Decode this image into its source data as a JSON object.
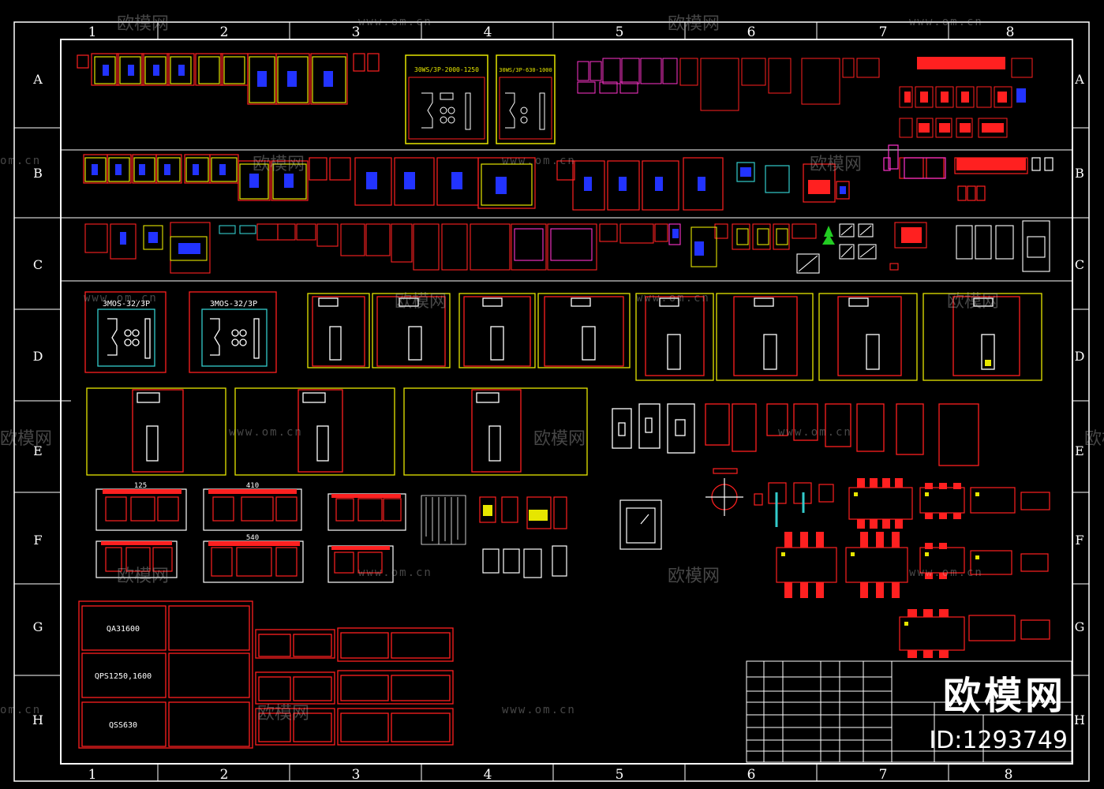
{
  "drawing": {
    "col_labels": [
      "1",
      "2",
      "3",
      "4",
      "5",
      "6",
      "7",
      "8"
    ],
    "row_labels": [
      "A",
      "B",
      "C",
      "D",
      "E",
      "F",
      "G",
      "H"
    ],
    "colors": {
      "background": "#000000",
      "frame": "#ffffff",
      "red": "#ff2020",
      "magenta": "#ff33cc",
      "yellow": "#e6e600",
      "blue": "#2233ff",
      "cyan": "#33cccc",
      "white": "#ffffff"
    }
  },
  "panels": {
    "a_large_1": "30WS/3P-2000-1250",
    "a_large_2": "30WS/3P-630-1000",
    "d_cabinet_1": "3MOS-32/3P",
    "d_cabinet_2": "3MOS-32/3P",
    "g_block_1": "QA31600",
    "g_block_2": "QPS1250,1600",
    "g_block_3": "QSS630",
    "f_width_1": "125",
    "f_width_2": "410",
    "f_width_3": "540"
  },
  "watermark": {
    "brand": "欧模网",
    "url": "www.om.cn",
    "url_short": "om.cn",
    "id_text": "ID:1293749"
  }
}
